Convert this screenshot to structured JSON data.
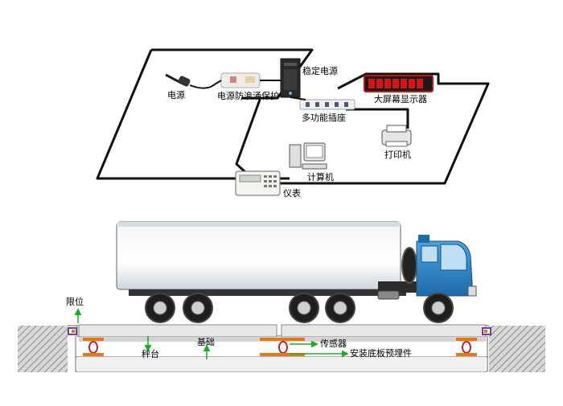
{
  "labels": {
    "power_source": "电源",
    "surge_protector": "电源防浪涌保护",
    "voltage_stabilizer": "稳定电源",
    "big_display": "大屏幕显示器",
    "power_strip": "多功能插座",
    "printer": "打印机",
    "computer": "计算机",
    "indicator": "仪表",
    "limit_stop": "限位",
    "weigh_platform": "秤台",
    "foundation": "基础",
    "load_sensor": "传感器",
    "embedded_baseplate": "安装底板预埋件"
  },
  "display_digits": "",
  "colors": {
    "cable": "#111111",
    "display_frame": "#c01818",
    "truck_cab": "#2e88c8",
    "arrow_green": "#22aa22",
    "sensor_orange": "#e07a20",
    "hatch": "#9a9a9a"
  }
}
